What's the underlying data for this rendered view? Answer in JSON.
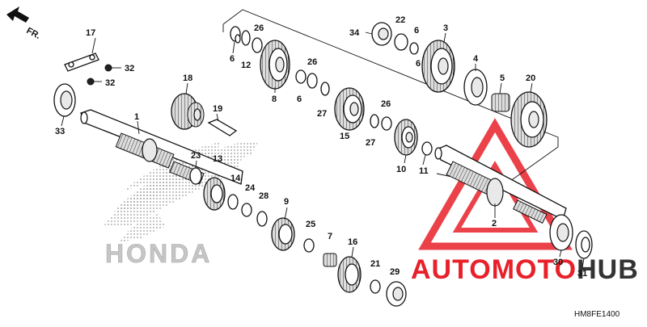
{
  "diagram": {
    "direction_label": "FR.",
    "diagram_code": "HM8FE1400",
    "background_logo_text": "HONDA",
    "watermark": {
      "text_a": "AUTO",
      "text_b": "MOTO",
      "text_c": "HUB",
      "color_a": "#e8202a",
      "color_b": "#e8202a",
      "color_c": "#333333",
      "triangle_color": "#e8202a"
    },
    "callouts": [
      "1",
      "2",
      "3",
      "4",
      "5",
      "6",
      "6",
      "6",
      "6",
      "7",
      "8",
      "9",
      "10",
      "11",
      "12",
      "13",
      "14",
      "15",
      "16",
      "17",
      "18",
      "19",
      "20",
      "21",
      "22",
      "23",
      "24",
      "25",
      "26",
      "26",
      "26",
      "27",
      "27",
      "28",
      "29",
      "30",
      "31",
      "32",
      "32",
      "33",
      "34"
    ]
  }
}
